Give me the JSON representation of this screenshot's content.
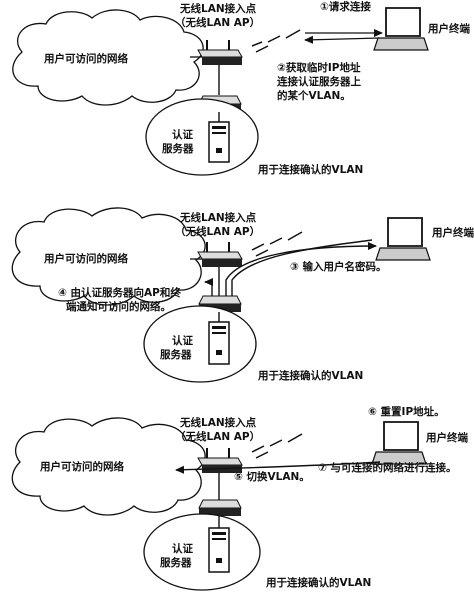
{
  "panels": [
    {
      "ap_label_line1": "无线LAN接入点",
      "ap_label_line2": "（无线LAN AP）",
      "cloud_label": "用户可访问的网络",
      "server_label_line1": "认证",
      "server_label_line2": "服务器",
      "vlan_label": "用于连接确认的VLAN",
      "terminal_label": "用户终端",
      "step_a": "①请求连接",
      "step_b_line1": "②获取临时IP地址",
      "step_b_line2": "连接认证服务器上",
      "step_b_line3": "的某个VLAN。"
    },
    {
      "ap_label_line1": "无线LAN接入点",
      "ap_label_line2": "（无线LAN AP）",
      "cloud_label": "用户可访问的网络",
      "server_label_line1": "认证",
      "server_label_line2": "服务器",
      "vlan_label": "用于连接确认的VLAN",
      "terminal_label": "用户终端",
      "step_a": "③ 输入用户名密码。",
      "step_b_line1": "④ 由认证服务器向AP和终",
      "step_b_line2": "端通知可访问的网络。"
    },
    {
      "ap_label_line1": "无线LAN接入点",
      "ap_label_line2": "（无线LAN AP）",
      "cloud_label": "用户可访问的网络",
      "server_label_line1": "认证",
      "server_label_line2": "服务器",
      "vlan_label": "用于连接确认的VLAN",
      "terminal_label": "用户终端",
      "step_a": "⑥ 重置IP地址。",
      "step_b": "⑤ 切换VLAN。",
      "step_c": "⑦ 与可连接的网络进行连接。"
    }
  ]
}
